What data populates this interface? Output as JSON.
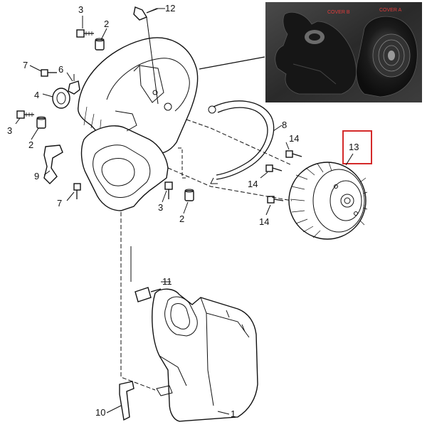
{
  "photo": {
    "label_left": "COVER B",
    "label_right": "COVER A"
  },
  "callouts": [
    {
      "id": "c-12",
      "text": "12"
    },
    {
      "id": "c-3a",
      "text": "3"
    },
    {
      "id": "c-2a",
      "text": "2"
    },
    {
      "id": "c-7a",
      "text": "7"
    },
    {
      "id": "c-6",
      "text": "6"
    },
    {
      "id": "c-4",
      "text": "4"
    },
    {
      "id": "c-3b",
      "text": "3"
    },
    {
      "id": "c-2b",
      "text": "2"
    },
    {
      "id": "c-8",
      "text": "8"
    },
    {
      "id": "c-14a",
      "text": "14"
    },
    {
      "id": "c-14b",
      "text": "14"
    },
    {
      "id": "c-14c",
      "text": "14"
    },
    {
      "id": "c-13",
      "text": "13"
    },
    {
      "id": "c-9",
      "text": "9"
    },
    {
      "id": "c-7b",
      "text": "7"
    },
    {
      "id": "c-3c",
      "text": "3"
    },
    {
      "id": "c-2c",
      "text": "2"
    },
    {
      "id": "c-11",
      "text": "11"
    },
    {
      "id": "c-10",
      "text": "10"
    },
    {
      "id": "c-1",
      "text": "1"
    }
  ],
  "colors": {
    "highlight_box": "#d42a2a",
    "photo_bg": "#2b2b2b",
    "line": "#111111"
  }
}
